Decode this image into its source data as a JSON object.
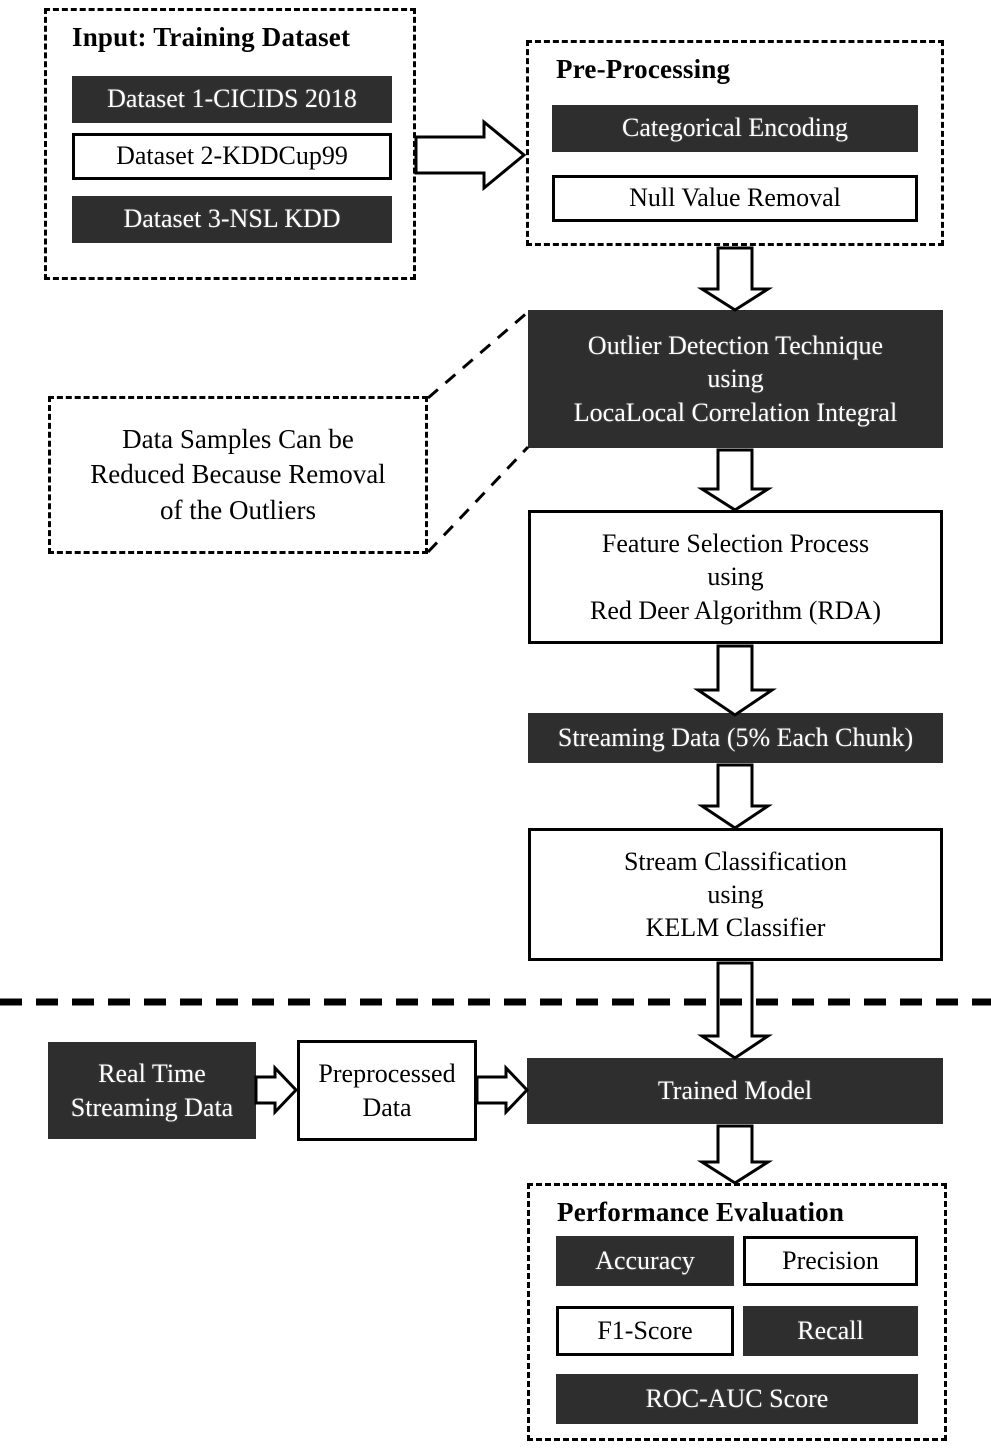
{
  "diagram": {
    "title": "Intrusion detection pipeline flowchart",
    "colors": {
      "dark_fill": "#2e2e2e",
      "light_fill": "#ffffff",
      "stroke": "#000000"
    },
    "input_group": {
      "title": "Input: Training Dataset",
      "items": [
        {
          "label": "Dataset 1-CICIDS 2018",
          "style": "dark"
        },
        {
          "label": "Dataset 2-KDDCup99",
          "style": "light"
        },
        {
          "label": "Dataset 3-NSL KDD",
          "style": "dark"
        }
      ]
    },
    "preprocessing_group": {
      "title": "Pre-Processing",
      "items": [
        {
          "label": "Categorical Encoding",
          "style": "dark"
        },
        {
          "label": "Null Value Removal",
          "style": "light"
        }
      ]
    },
    "outlier_node": {
      "line1": "Outlier Detection Technique",
      "line2": "using",
      "line3": "LocaLocal Correlation Integral",
      "style": "dark"
    },
    "outlier_callout": {
      "line1": "Data Samples Can be",
      "line2": "Reduced Because Removal",
      "line3": "of the Outliers"
    },
    "feature_selection_node": {
      "line1": "Feature Selection Process",
      "line2": "using",
      "line3": "Red Deer Algorithm (RDA)",
      "style": "light"
    },
    "streaming_node": {
      "label": "Streaming Data (5% Each Chunk)",
      "style": "dark"
    },
    "stream_classification_node": {
      "line1": "Stream Classification",
      "line2": "using",
      "line3": "KELM Classifier",
      "style": "light"
    },
    "realtime_node": {
      "line1": "Real Time",
      "line2": "Streaming Data",
      "style": "dark"
    },
    "preprocessed_node": {
      "line1": "Preprocessed",
      "line2": "Data",
      "style": "light"
    },
    "trained_model_node": {
      "label": "Trained Model",
      "style": "dark"
    },
    "performance_group": {
      "title": "Performance Evaluation",
      "items": [
        {
          "label": "Accuracy",
          "style": "dark"
        },
        {
          "label": "Precision",
          "style": "light"
        },
        {
          "label": "F1-Score",
          "style": "light"
        },
        {
          "label": "Recall",
          "style": "dark"
        },
        {
          "label": "ROC-AUC Score",
          "style": "dark"
        }
      ]
    }
  }
}
